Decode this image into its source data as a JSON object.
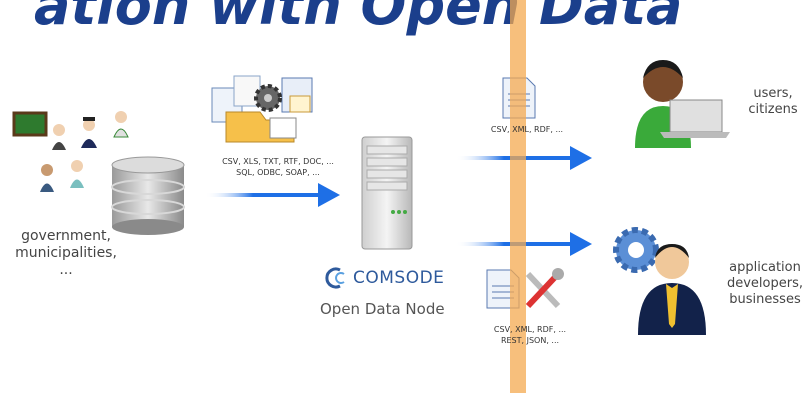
{
  "title": "ation with Open Data",
  "sources": {
    "label_lines": [
      "government,",
      "municipalities,",
      "..."
    ]
  },
  "input_formats": {
    "line1": "CSV, XLS, TXT, RTF, DOC, ...",
    "line2": "SQL, ODBC, SOAP, ..."
  },
  "node": {
    "brand": "COMSODE",
    "name": "Open Data Node"
  },
  "output_top": {
    "formats": "CSV, XML, RDF, ..."
  },
  "output_bottom": {
    "line1": "CSV, XML, RDF, ...",
    "line2": "REST, JSON, ..."
  },
  "users": {
    "label_lines": [
      "users,",
      "citizens"
    ]
  },
  "developers": {
    "label_lines": [
      "application",
      "developers,",
      "businesses"
    ]
  },
  "colors": {
    "title": "#1b3f8c",
    "arrow": "#1e6fe6",
    "highlight": "#f4aa50",
    "brand": "#2e5a9c"
  }
}
